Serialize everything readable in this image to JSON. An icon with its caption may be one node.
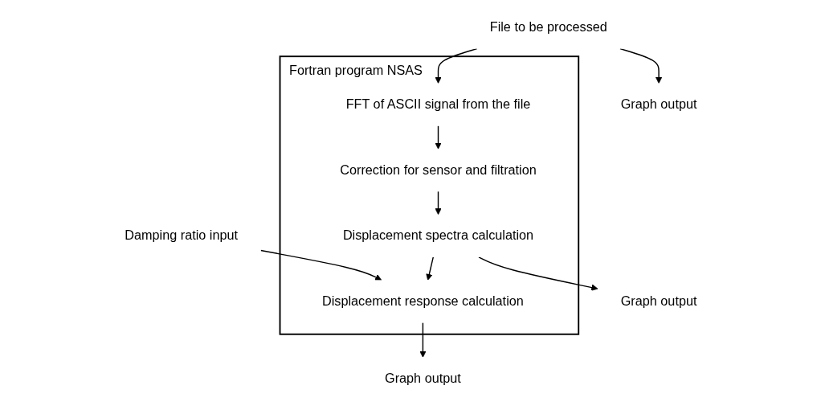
{
  "diagram": {
    "nodes": [
      {
        "text": [
          "File to be processed"
        ]
      },
      {
        "text": [
          "Fortran program NSAS"
        ]
      },
      {
        "text": [
          "FFT of ASCII signal from the file"
        ],
        "in": 1
      },
      {
        "text": [
          "Correction for sensor and filtration"
        ],
        "in": 1
      },
      {
        "text": [
          "Displacement spectra calculation"
        ],
        "in": 1
      },
      {
        "text": [
          "Displacement response calculation"
        ],
        "in": 1
      },
      {
        "text": [
          "Graph output"
        ]
      },
      {
        "text": [
          "Graph output"
        ]
      },
      {
        "text": [
          "Graph output"
        ]
      },
      {
        "text": [
          "Damping ratio input"
        ]
      }
    ],
    "edges": [
      {
        "from": 0,
        "to": 2,
        "arrow": "to"
      },
      {
        "from": 0,
        "to": 6,
        "arrow": "to"
      },
      {
        "from": 2,
        "to": 3,
        "arrow": "to"
      },
      {
        "from": 3,
        "to": 4,
        "arrow": "to"
      },
      {
        "from": 4,
        "to": 5,
        "arrow": "to"
      },
      {
        "from": 4,
        "to": 7,
        "arrow": "to"
      },
      {
        "from": 5,
        "to": 8,
        "arrow": "to"
      },
      {
        "from": 9,
        "to": 5,
        "arrow": "to"
      }
    ]
  }
}
